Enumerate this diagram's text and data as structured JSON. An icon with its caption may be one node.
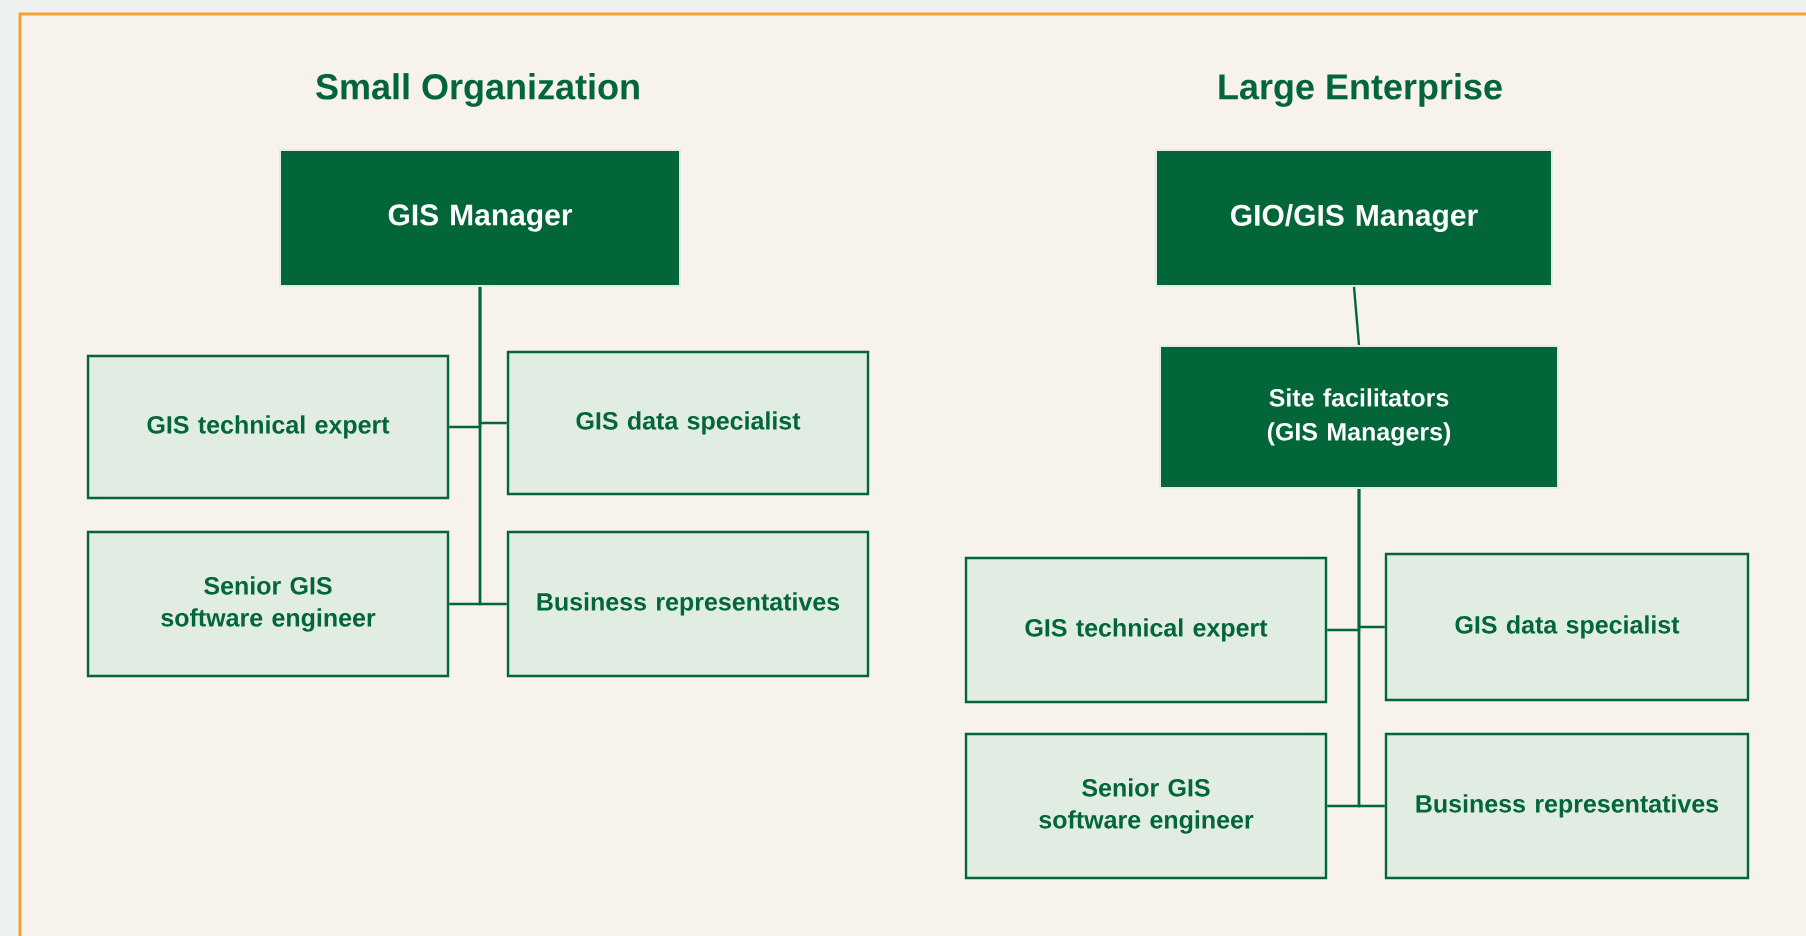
{
  "diagram": {
    "nodes": [
      {
        "text": [
          "GIS Manager"
        ]
      },
      {
        "text": [
          "GIS technical expert"
        ]
      },
      {
        "text": [
          "GIS data specialist"
        ]
      },
      {
        "text": [
          "Senior GIS software engineer"
        ]
      },
      {
        "text": [
          "Business representatives"
        ]
      },
      {
        "text": [
          "GIO/GIS Manager"
        ]
      },
      {
        "text": [
          "Site facilitators (GIS Managers)"
        ]
      },
      {
        "text": [
          "GIS technical expert"
        ]
      },
      {
        "text": [
          "GIS data specialist"
        ]
      },
      {
        "text": [
          "Senior GIS software engineer"
        ]
      },
      {
        "text": [
          "Business representatives"
        ]
      }
    ],
    "edges": [
      {
        "from": 0,
        "to": 1,
        "arrow": "none"
      },
      {
        "from": 0,
        "to": 2,
        "arrow": "none"
      },
      {
        "from": 0,
        "to": 3,
        "arrow": "none"
      },
      {
        "from": 0,
        "to": 4,
        "arrow": "none"
      },
      {
        "from": 5,
        "to": 6,
        "arrow": "none"
      },
      {
        "from": 6,
        "to": 7,
        "arrow": "none"
      },
      {
        "from": 6,
        "to": 8,
        "arrow": "none"
      },
      {
        "from": 6,
        "to": 9,
        "arrow": "none"
      },
      {
        "from": 6,
        "to": 10,
        "arrow": "none"
      }
    ],
    "labels": [
      "Small Organization",
      "Large Enterprise"
    ]
  }
}
